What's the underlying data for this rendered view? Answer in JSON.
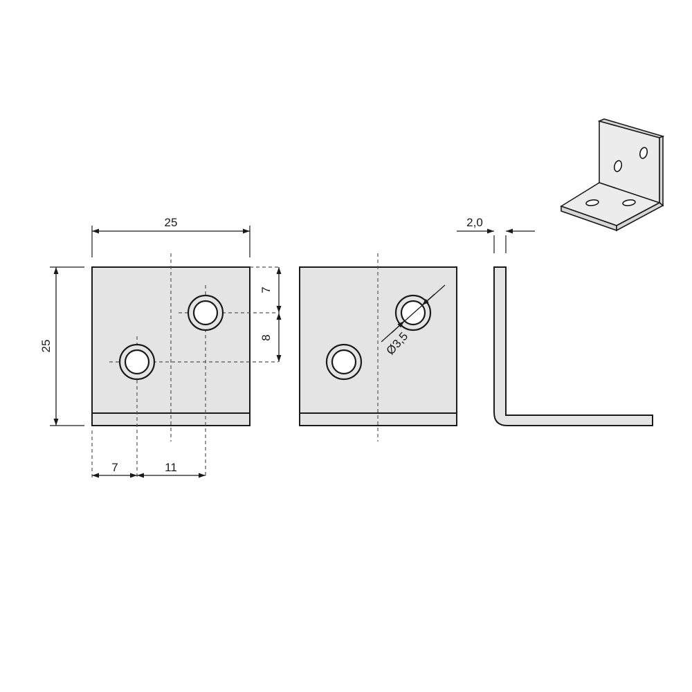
{
  "dimensions": {
    "width": "25",
    "height": "25",
    "top_offset": "7",
    "hole_spacing_vertical": "8",
    "left_offset": "7",
    "hole_spacing_horizontal": "11",
    "hole_diameter": "Ø3,5",
    "thickness": "2,0"
  }
}
